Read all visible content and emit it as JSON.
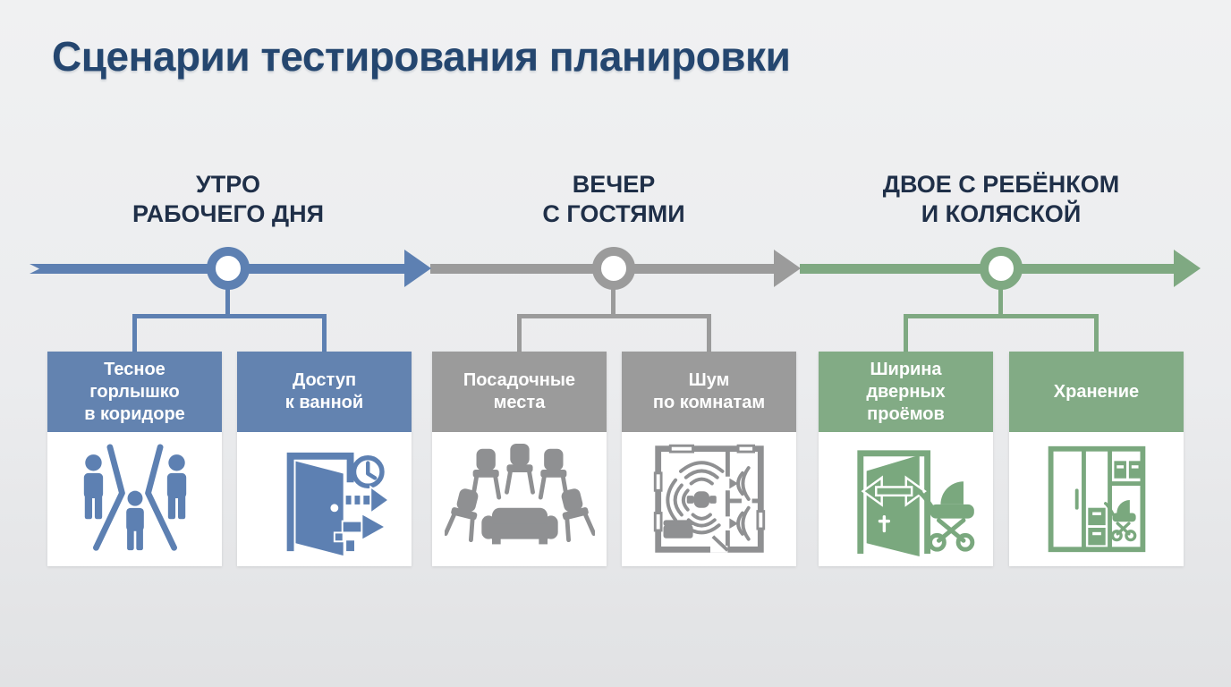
{
  "page": {
    "title": "Сценарии тестирования планировки"
  },
  "colors": {
    "background": "#ebecee",
    "title_text": "#24466f",
    "label_text": "#1f2f48",
    "blue": "#5d80b2",
    "gray": "#9b9b9b",
    "green": "#7fa982",
    "card_text": "#ffffff"
  },
  "timeline": {
    "direction": "left-to-right",
    "segments": 3
  },
  "groups": [
    {
      "id": "morning",
      "label": "УТРО\nРАБОЧЕГО ДНЯ",
      "color": "#5d80b2",
      "cards": [
        {
          "title": "Тесное\nгорлышко\nв коридоре",
          "icon": "corridor-bottleneck-icon"
        },
        {
          "title": "Доступ\nк ванной",
          "icon": "door-exit-clock-icon"
        }
      ]
    },
    {
      "id": "evening-guests",
      "label": "ВЕЧЕР\nС ГОСТЯМИ",
      "color": "#9b9b9b",
      "cards": [
        {
          "title": "Посадочные\nместа",
          "icon": "seating-places-icon"
        },
        {
          "title": "Шум\nпо комнатам",
          "icon": "room-noise-floorplan-icon"
        }
      ]
    },
    {
      "id": "couple-with-child",
      "label": "ДВОЕ С РЕБЁНКОМ\nИ КОЛЯСКОЙ",
      "color": "#7fa982",
      "cards": [
        {
          "title": "Ширина\nдверных\nпроёмов",
          "icon": "door-width-stroller-icon"
        },
        {
          "title": "Хранение",
          "icon": "storage-wardrobe-icon"
        }
      ]
    }
  ]
}
